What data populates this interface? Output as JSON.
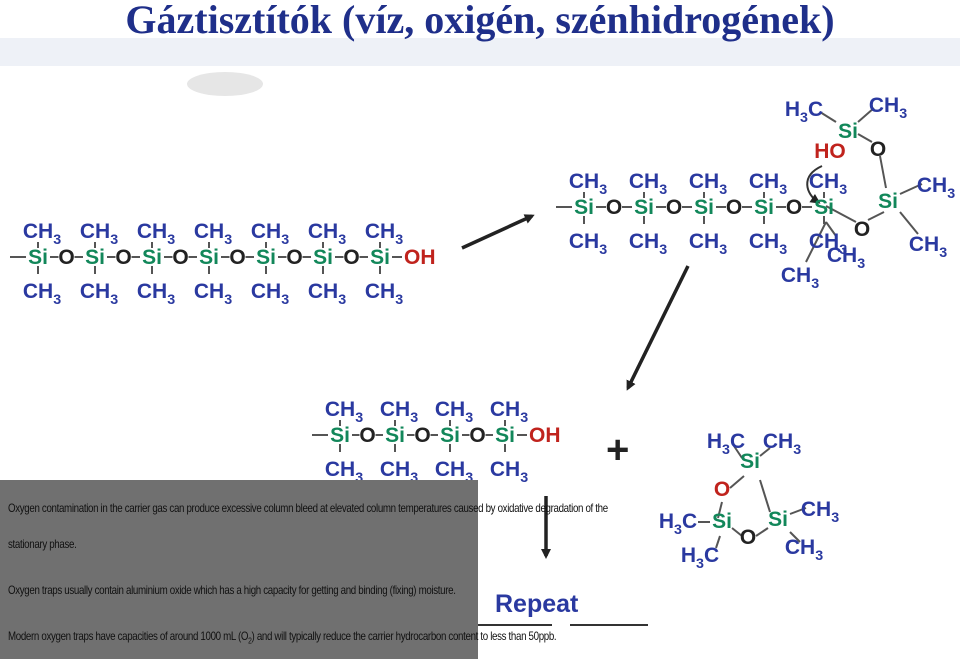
{
  "title": "Gáztisztítók (víz, oxigén, szénhidrogének)",
  "colors": {
    "title": "#1f2f8a",
    "silicon": "#12875a",
    "oxygen": "#c0231d",
    "methyl": "#2a39a0",
    "arrow": "#222222",
    "info_bg": "#707070"
  },
  "labels": {
    "ch3": "CH",
    "three": "3",
    "si": "Si",
    "o": "O",
    "oh": "OH",
    "ho": "HO",
    "h3c_h": "H",
    "h3c_c": "C",
    "plus": "+",
    "repeat": "Repeat"
  },
  "info": {
    "p1a": "Oxygen contamination in the carrier gas can produce excessive column bleed at elevated column temperatures caused by oxidative degradation of the",
    "p1b": "stationary phase.",
    "p2": "Oxygen traps usually contain aluminium oxide which has a high capacity for getting and binding (fixing) moisture.",
    "p3_pre": "Modern oxygen traps have capacities of around 1000 mL (O",
    "p3_sub": "2",
    "p3_post": ") and will typically reduce the carrier hydrocarbon content to less than 50ppb."
  }
}
